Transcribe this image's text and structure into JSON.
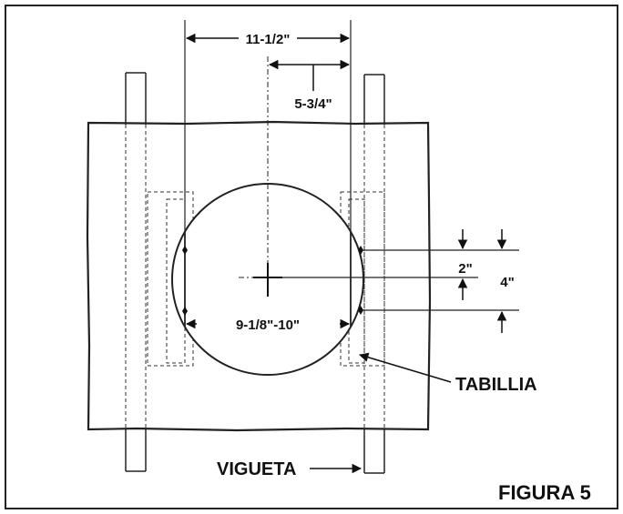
{
  "figure": {
    "caption": "FIGURA 5"
  },
  "dimensions": {
    "overall_width": "11-1/2\"",
    "half_width": "5-3/4\"",
    "cutout_width": "9-1/8\"-10\"",
    "inner_spacing": "2\"",
    "outer_spacing": "4\""
  },
  "labels": {
    "tabillia": "TABILLIA",
    "vigueta": "VIGUETA"
  }
}
